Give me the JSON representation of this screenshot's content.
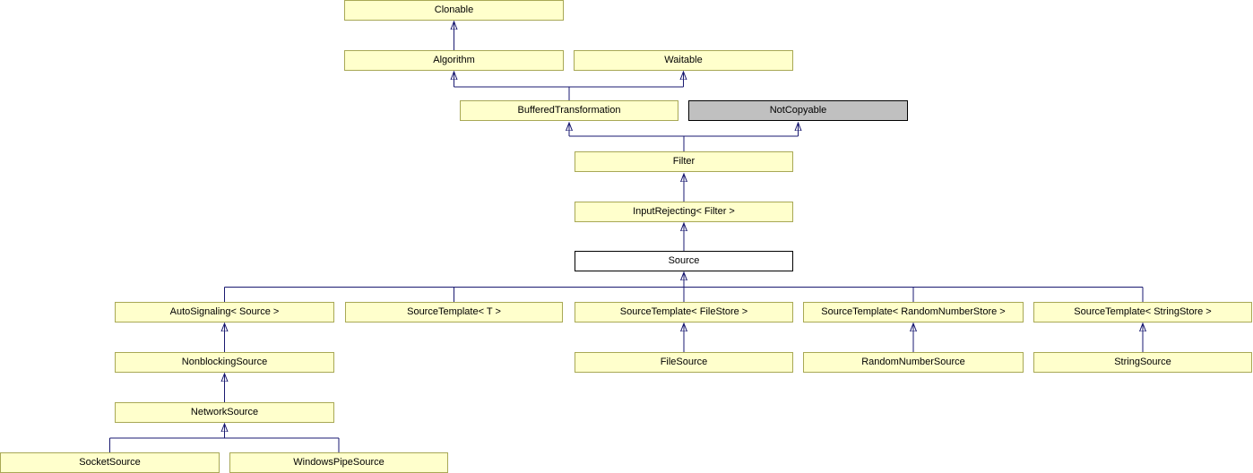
{
  "diagram": {
    "type": "class-inheritance-diagram",
    "nodes": {
      "clonable": {
        "label": "Clonable",
        "style": "yellow"
      },
      "algorithm": {
        "label": "Algorithm",
        "style": "yellow"
      },
      "waitable": {
        "label": "Waitable",
        "style": "yellow"
      },
      "buffered_transformation": {
        "label": "BufferedTransformation",
        "style": "yellow"
      },
      "not_copyable": {
        "label": "NotCopyable",
        "style": "gray"
      },
      "filter": {
        "label": "Filter",
        "style": "yellow"
      },
      "input_rejecting": {
        "label": "InputRejecting< Filter >",
        "style": "yellow"
      },
      "source": {
        "label": "Source",
        "style": "current"
      },
      "auto_signaling": {
        "label": "AutoSignaling< Source >",
        "style": "yellow"
      },
      "source_template_t": {
        "label": "SourceTemplate< T >",
        "style": "yellow"
      },
      "source_template_filestore": {
        "label": "SourceTemplate< FileStore >",
        "style": "yellow"
      },
      "source_template_randomnumberstore": {
        "label": "SourceTemplate< RandomNumberStore >",
        "style": "yellow"
      },
      "source_template_stringstore": {
        "label": "SourceTemplate< StringStore >",
        "style": "yellow"
      },
      "nonblocking_source": {
        "label": "NonblockingSource",
        "style": "yellow"
      },
      "file_source": {
        "label": "FileSource",
        "style": "yellow"
      },
      "random_number_source": {
        "label": "RandomNumberSource",
        "style": "yellow"
      },
      "string_source": {
        "label": "StringSource",
        "style": "yellow"
      },
      "network_source": {
        "label": "NetworkSource",
        "style": "yellow"
      },
      "socket_source": {
        "label": "SocketSource",
        "style": "yellow"
      },
      "windows_pipe_source": {
        "label": "WindowsPipeSource",
        "style": "yellow"
      }
    },
    "edges": [
      {
        "from": "algorithm",
        "to": "clonable"
      },
      {
        "from": "buffered_transformation",
        "to": "algorithm"
      },
      {
        "from": "buffered_transformation",
        "to": "waitable"
      },
      {
        "from": "filter",
        "to": "buffered_transformation"
      },
      {
        "from": "filter",
        "to": "not_copyable"
      },
      {
        "from": "input_rejecting",
        "to": "filter"
      },
      {
        "from": "source",
        "to": "input_rejecting"
      },
      {
        "from": "auto_signaling",
        "to": "source"
      },
      {
        "from": "source_template_t",
        "to": "source"
      },
      {
        "from": "source_template_filestore",
        "to": "source"
      },
      {
        "from": "source_template_randomnumberstore",
        "to": "source"
      },
      {
        "from": "source_template_stringstore",
        "to": "source"
      },
      {
        "from": "nonblocking_source",
        "to": "auto_signaling"
      },
      {
        "from": "file_source",
        "to": "source_template_filestore"
      },
      {
        "from": "random_number_source",
        "to": "source_template_randomnumberstore"
      },
      {
        "from": "string_source",
        "to": "source_template_stringstore"
      },
      {
        "from": "network_source",
        "to": "nonblocking_source"
      },
      {
        "from": "socket_source",
        "to": "network_source"
      },
      {
        "from": "windows_pipe_source",
        "to": "network_source"
      }
    ],
    "colors": {
      "node_fill": "#ffffcc",
      "node_border": "#a8a855",
      "gray_fill": "#c0c0c0",
      "current_fill": "#ffffff",
      "black_border": "#000000",
      "edge": "#191970",
      "text": "#000000",
      "bg": "#ffffff"
    }
  }
}
